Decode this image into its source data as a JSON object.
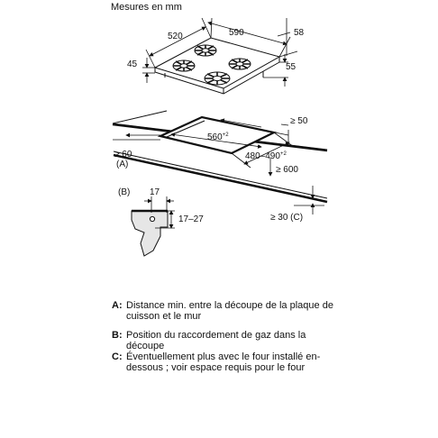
{
  "header": {
    "title": "Mesures en mm"
  },
  "dims": {
    "hob_depth": "520",
    "hob_width": "590",
    "right_58": "58",
    "left_45": "45",
    "right_55": "55",
    "wall_50": "≥ 50",
    "cutout_width": "560",
    "cutout_width_tol": "+2",
    "cutout_depth": "480–490",
    "cutout_depth_tol": "+2",
    "front_600": "≥ 600",
    "wall_60": "≥ 60",
    "label_a": "(A)",
    "label_b": "(B)",
    "detail_17": "17",
    "detail_17_27": "17–27",
    "below_30": "≥ 30 (C)"
  },
  "legend": [
    {
      "key": "A:",
      "text": "Distance min. entre la découpe de la plaque de cuisson et le mur"
    },
    {
      "key": "B:",
      "text": "Position du raccordement de gaz dans la découpe"
    },
    {
      "key": "C:",
      "text": "Éventuellement plus avec le four installé en-dessous ; voir espace requis pour le four"
    }
  ]
}
